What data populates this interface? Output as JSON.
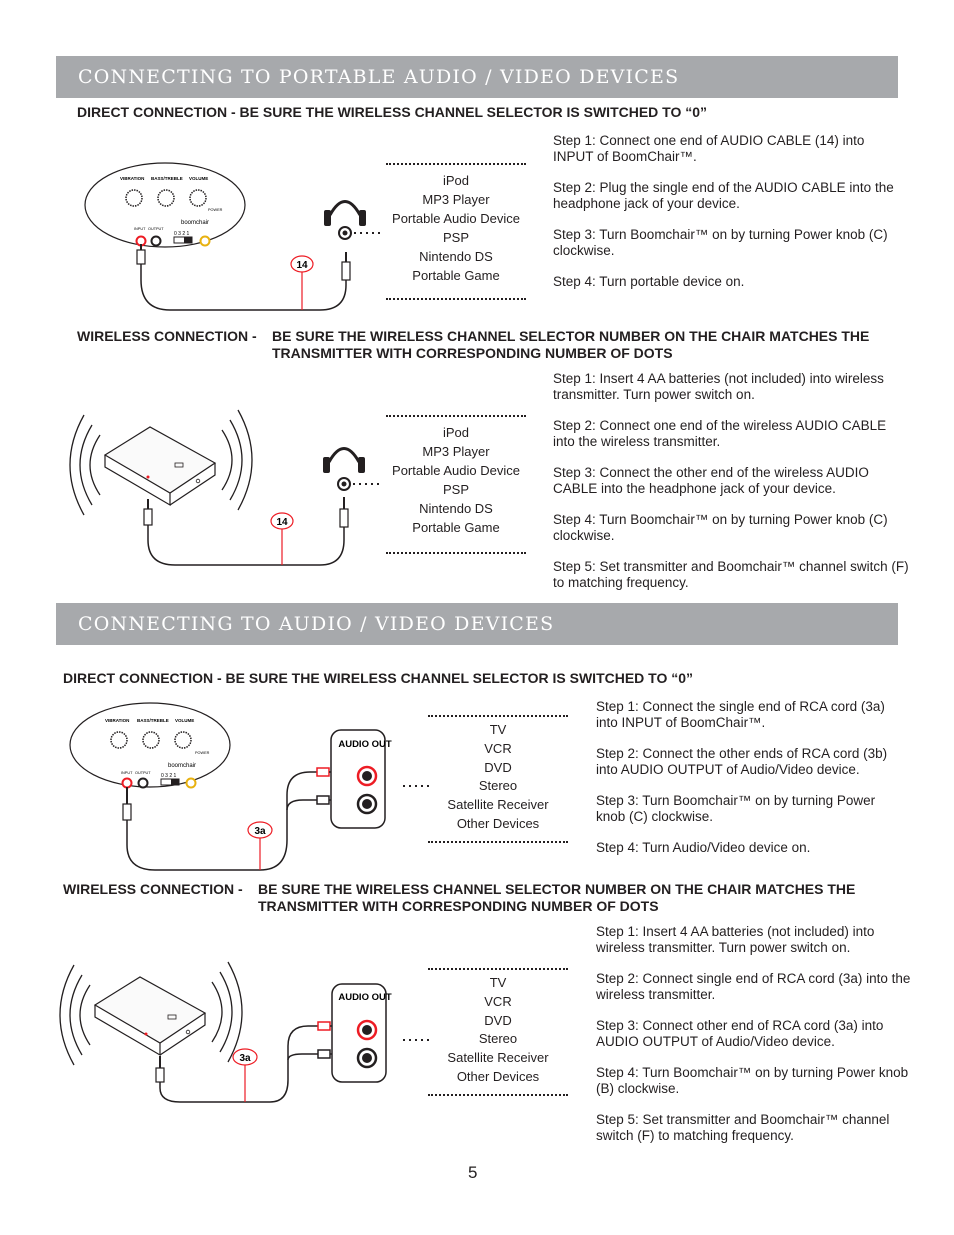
{
  "section1": {
    "title": "Connecting to Portable Audio / Video Devices",
    "direct": {
      "heading": "DIRECT CONNECTION - BE SURE THE WIRELESS CHANNEL SELECTOR IS SWITCHED TO “0”",
      "steps": [
        "Step 1:  Connect one end of AUDIO CABLE (14) into INPUT of BoomChair™.",
        "Step 2:  Plug the single end of the AUDIO CABLE into the headphone jack of your device.",
        "Step 3:  Turn Boomchair™ on by turning Power knob (C) clockwise.",
        "Step 4:  Turn portable device on."
      ],
      "devices": [
        "iPod",
        "MP3 Player",
        "Portable Audio Device",
        "PSP",
        "Nintendo DS",
        "Portable Game"
      ],
      "cable_label": "14"
    },
    "wireless": {
      "label": "WIRELESS CONNECTION -",
      "heading": "BE SURE THE WIRELESS CHANNEL SELECTOR NUMBER ON THE CHAIR MATCHES THE TRANSMITTER WITH CORRESPONDING NUMBER OF DOTS",
      "steps": [
        "Step 1:   Insert 4 AA batteries (not included) into wireless transmitter. Turn power switch on.",
        "Step 2:   Connect one end of the wireless AUDIO CABLE into the wireless transmitter.",
        "Step 3:  Connect the other end of the wireless AUDIO CABLE into the headphone jack of your device.",
        "Step 4:  Turn Boomchair™ on by turning Power knob (C) clockwise.",
        "Step 5:  Set transmitter and Boomchair™ channel switch (F) to matching frequency."
      ],
      "devices": [
        "iPod",
        "MP3 Player",
        "Portable Audio Device",
        "PSP",
        "Nintendo DS",
        "Portable Game"
      ],
      "cable_label": "14"
    }
  },
  "section2": {
    "title": "Connecting to Audio / Video Devices",
    "direct": {
      "heading": "DIRECT CONNECTION - BE SURE THE WIRELESS CHANNEL SELECTOR IS SWITCHED TO “0”",
      "steps": [
        "Step 1:  Connect the single end of RCA cord (3a) into INPUT of BoomChair™.",
        "Step 2:  Connect the other ends of RCA cord (3b) into AUDIO OUTPUT of Audio/Video device.",
        "Step 3:  Turn Boomchair™ on by turning Power knob (C) clockwise.",
        "Step 4:  Turn Audio/Video device on."
      ],
      "devices": [
        "TV",
        "VCR",
        "DVD",
        "Stereo",
        "Satellite Receiver",
        "Other Devices"
      ],
      "cable_label": "3a",
      "audio_out": "AUDIO OUT"
    },
    "wireless": {
      "label": "WIRELESS CONNECTION -",
      "heading": "BE SURE THE WIRELESS CHANNEL SELECTOR NUMBER ON THE CHAIR MATCHES THE TRANSMITTER WITH CORRESPONDING NUMBER OF DOTS",
      "steps": [
        "Step 1:   Insert 4 AA batteries (not included) into wireless transmitter. Turn power switch on.",
        "Step 2:  Connect single end of RCA cord (3a) into the wireless transmitter.",
        "Step 3:  Connect other end of RCA cord (3a) into AUDIO OUTPUT of Audio/Video device.",
        "Step 4:  Turn Boomchair™ on by turning Power knob (B) clockwise.",
        "Step 5:  Set transmitter and Boomchair™ channel switch (F) to matching frequency."
      ],
      "devices": [
        "TV",
        "VCR",
        "DVD",
        "Stereo",
        "Satellite Receiver",
        "Other Devices"
      ],
      "cable_label": "3a",
      "audio_out": "AUDIO OUT"
    }
  },
  "panel": {
    "knob_labels": [
      "VIBRATION",
      "BASS/TREBLE",
      "VOLUME"
    ],
    "power": "POWER",
    "brand": "boomchair",
    "input": "INPUT",
    "output": "OUTPUT",
    "channels": "0 3 2 1"
  },
  "page_number": "5"
}
